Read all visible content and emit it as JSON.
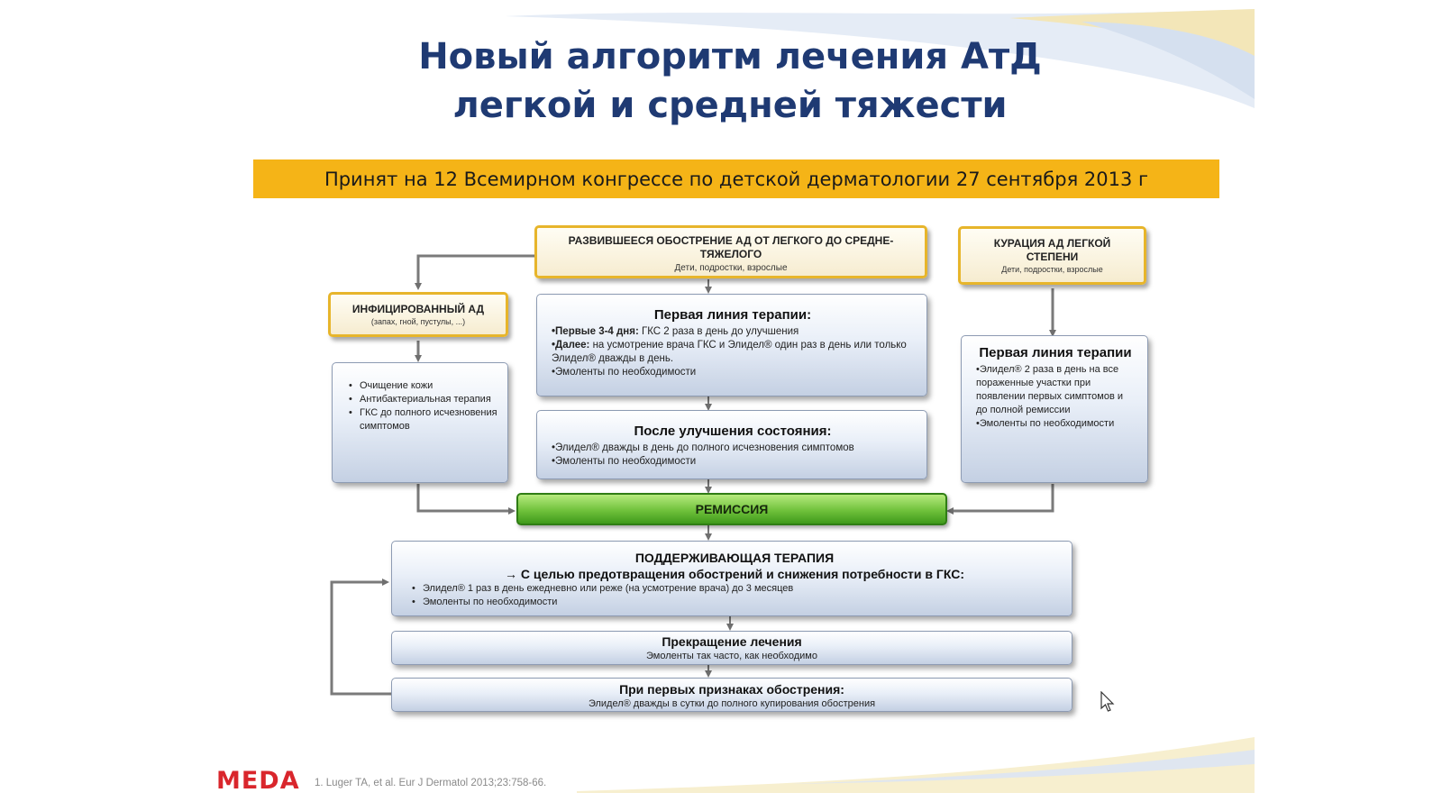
{
  "title": {
    "line1": "Новый алгоритм лечения АтД",
    "line2": "легкой и средней тяжести"
  },
  "banner": "Принят на 12 Всемирном конгрессе по детской дерматологии 27 сентября 2013 г",
  "flow": {
    "exacerbation": {
      "title": "РАЗВИВШЕЕСЯ ОБОСТРЕНИЕ АД ОТ ЛЕГКОГО ДО СРЕДНЕ-ТЯЖЕЛОГО",
      "subtitle": "Дети, подростки, взрослые"
    },
    "infected": {
      "title": "ИНФИЦИРОВАННЫЙ АД",
      "subtitle": "(запах, гной, пустулы, ...)",
      "items": [
        "Очищение кожи",
        "Антибактериальная терапия",
        "ГКС до полного исчезновения симптомов"
      ]
    },
    "mild": {
      "title": "КУРАЦИЯ АД ЛЕГКОЙ СТЕПЕНИ",
      "subtitle": "Дети, подростки, взрослые"
    },
    "first_line": {
      "title": "Первая линия терапии:",
      "l1_bold": "•Первые 3-4 дня:",
      "l1_text": " ГКС 2 раза в день до улучшения",
      "l2_bold": "•Далее:",
      "l2_text": " на усмотрение врача ГКС и Элидел® один раз в день или только Элидел® дважды в день.",
      "l3": "•Эмоленты по необходимости"
    },
    "after_improvement": {
      "title": "После улучшения состояния:",
      "l1": "•Элидел® дважды в день до полного исчезновения симптомов",
      "l2": "•Эмоленты по необходимости"
    },
    "first_line_right": {
      "title": "Первая линия терапии",
      "l1": "•Элидел® 2 раза в день на все пораженные участки при появлении первых симптомов и до полной ремиссии",
      "l2": "•Эмоленты по необходимости"
    },
    "remission": "РЕМИССИЯ",
    "maintenance": {
      "title": "ПОДДЕРЖИВАЮЩАЯ ТЕРАПИЯ",
      "subtitle": "→ С целью предотвращения обострений и снижения потребности в ГКС:",
      "items": [
        "Элидел® 1 раз в день ежедневно или реже (на усмотрение врача) до 3 месяцев",
        "Эмоленты по необходимости"
      ]
    },
    "stop": {
      "title": "Прекращение лечения",
      "subtitle": "Эмоленты так часто, как необходимо"
    },
    "first_signs": {
      "title": "При первых признаках обострения:",
      "subtitle": "Элидел® дважды в сутки до полного купирования обострения"
    }
  },
  "footer": {
    "logo": "MEDA",
    "reference": "1.    Luger TA, et al. Eur J Dermatol  2013;23:758-66."
  },
  "colors": {
    "title": "#1f3a73",
    "banner": "#f5b417",
    "box_border": "#e7b52b",
    "remission": "#6fc13b",
    "logo": "#d9262c"
  }
}
